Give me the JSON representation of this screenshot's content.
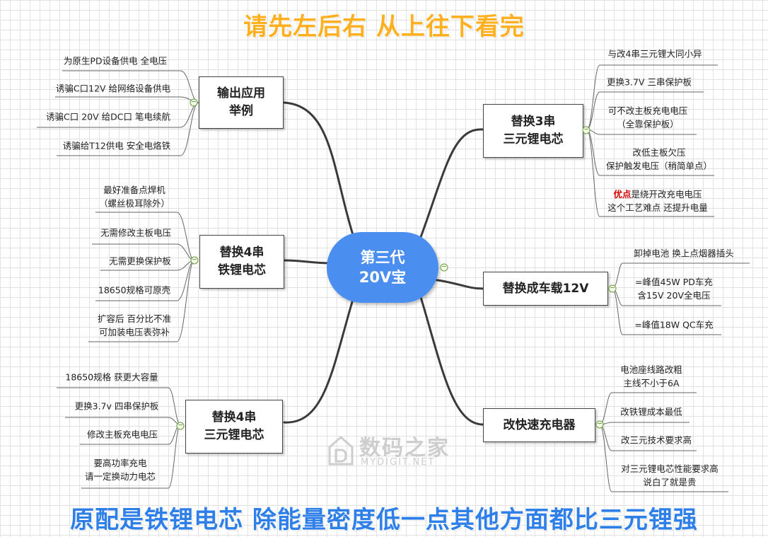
{
  "header": {
    "title": "请先左后右 从上往下看完"
  },
  "footer": {
    "note": "原配是铁锂电芯  除能量密度低一点其他方面都比三元锂强"
  },
  "center": {
    "line1": "第三代",
    "line2": "20V宝"
  },
  "branches": {
    "output": {
      "title1": "输出应用",
      "title2": "举例",
      "items": [
        "为原生PD设备供电 全电压",
        "诱骗C口12V 给网络设备供电",
        "诱骗C口 20V 给DC口 笔电续航",
        "诱骗给T12供电 安全电烙铁"
      ]
    },
    "lfp": {
      "title1": "替换4串",
      "title2": "铁锂电芯",
      "items": [
        [
          "最好准备点焊机",
          "（螺丝极耳除外）"
        ],
        [
          "无需修改主板电压"
        ],
        [
          "无需更换保护板"
        ],
        [
          "18650规格可原壳"
        ],
        [
          "扩容后 百分比不准",
          "可加装电压表弥补"
        ]
      ]
    },
    "ncm4": {
      "title1": "替换4串",
      "title2": "三元锂电芯",
      "items": [
        [
          "18650规格 获更大容量"
        ],
        [
          "更换3.7v 四串保护板"
        ],
        [
          "修改主板充电电压"
        ],
        [
          "要高功率充电",
          "请一定换动力电芯"
        ]
      ]
    },
    "ncm3": {
      "title1": "替换3串",
      "title2": "三元锂电芯",
      "items": [
        [
          "与改4串三元锂大同小异"
        ],
        [
          "更换3.7V 三串保护板"
        ],
        [
          "可不改主板充电电压",
          "（全靠保护板）"
        ],
        [
          "改低主板欠压",
          "保护触发电压（稍简单点）"
        ]
      ],
      "advantage": {
        "label": "优点",
        "rest": "是绕开改充电电压",
        "line2": "这个工艺难点 还提升电量"
      }
    },
    "car": {
      "title": "替换成车载12V",
      "items": [
        [
          "卸掉电池 换上点烟器插头"
        ],
        [
          "=峰值45W PD车充",
          "含15V 20V全电压"
        ],
        [
          "=峰值18W QC车充"
        ]
      ]
    },
    "charger": {
      "title": "改快速充电器",
      "items": [
        [
          "电池座线路改粗",
          "主线不小于6A"
        ],
        [
          "改铁锂成本最低"
        ],
        [
          "改三元技术要求高"
        ],
        [
          "对三元锂电芯性能要求高",
          "说白了就是贵"
        ]
      ]
    }
  },
  "watermark": {
    "cn": "数码之家",
    "en": "MYDIGIT.NET"
  },
  "colors": {
    "center": "#4a8ff0",
    "title": "#ffb020",
    "footer": "#2f7fe8",
    "highlight": "#d40000"
  }
}
